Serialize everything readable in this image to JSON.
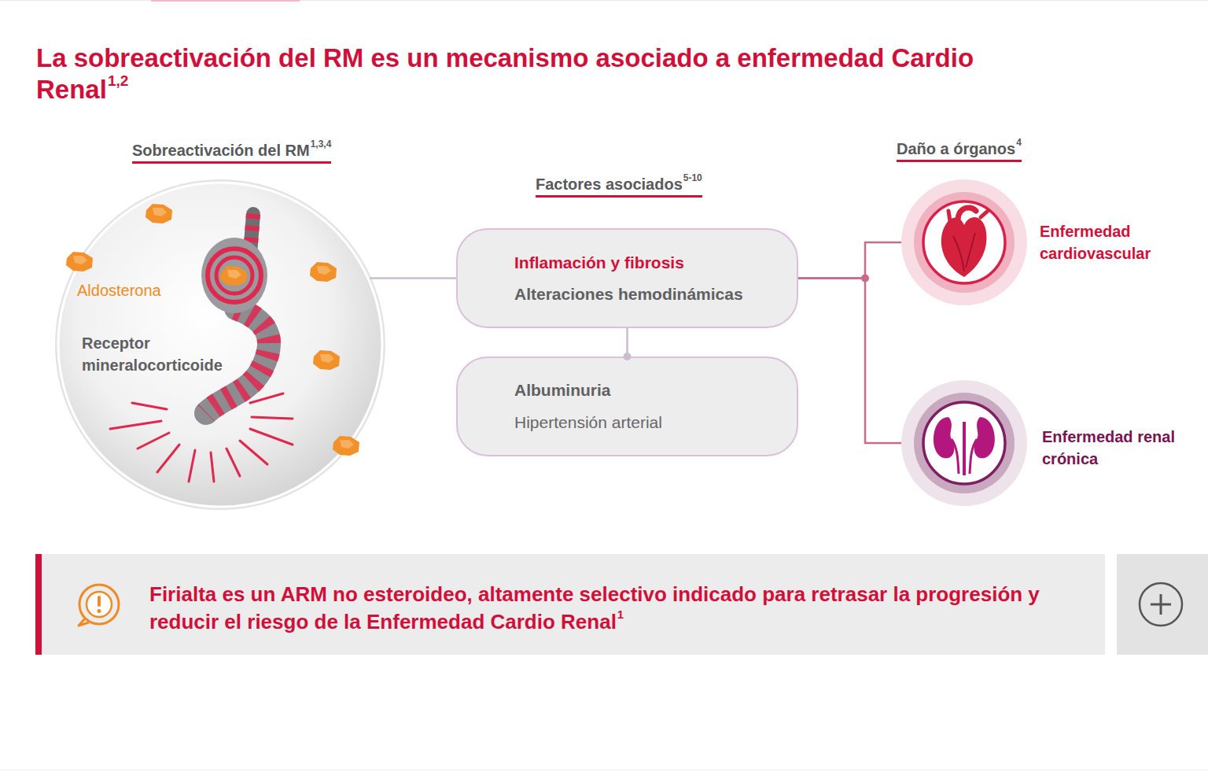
{
  "diagram": {
    "title": "La sobreactivación del RM es un mecanismo asociado a enfermedad Cardio Renal",
    "nodes": [
      {
        "text": [
          "Sobreactivación del RM",
          "Aldosterona",
          "Receptor mineralocorticoide"
        ]
      },
      {
        "text": [
          "Inflamación y fibrosis",
          "Alteraciones hemodinámicas"
        ]
      },
      {
        "text": [
          "Albuminuria",
          "Hipertensión arterial"
        ]
      },
      {
        "text": [
          "Enfermedad cardiovascular"
        ]
      },
      {
        "text": [
          "Enfermedad renal crónica"
        ]
      },
      {
        "text": [
          "Firialta es un ARM no esteroideo, altamente selectivo indicado para retrasar la progresión y reducir el riesgo de la Enfermedad Cardio Renal"
        ]
      }
    ],
    "edges": [
      {
        "from": 0,
        "to": 1,
        "arrow": "none"
      },
      {
        "from": 1,
        "to": 2,
        "arrow": "none"
      },
      {
        "from": 1,
        "to": 3,
        "arrow": "none"
      },
      {
        "from": 1,
        "to": 4,
        "arrow": "none"
      }
    ],
    "labels": [
      "1,2",
      "1,3,4",
      "Factores asociados",
      "5-10",
      "Daño a órganos",
      "4",
      "1"
    ]
  }
}
